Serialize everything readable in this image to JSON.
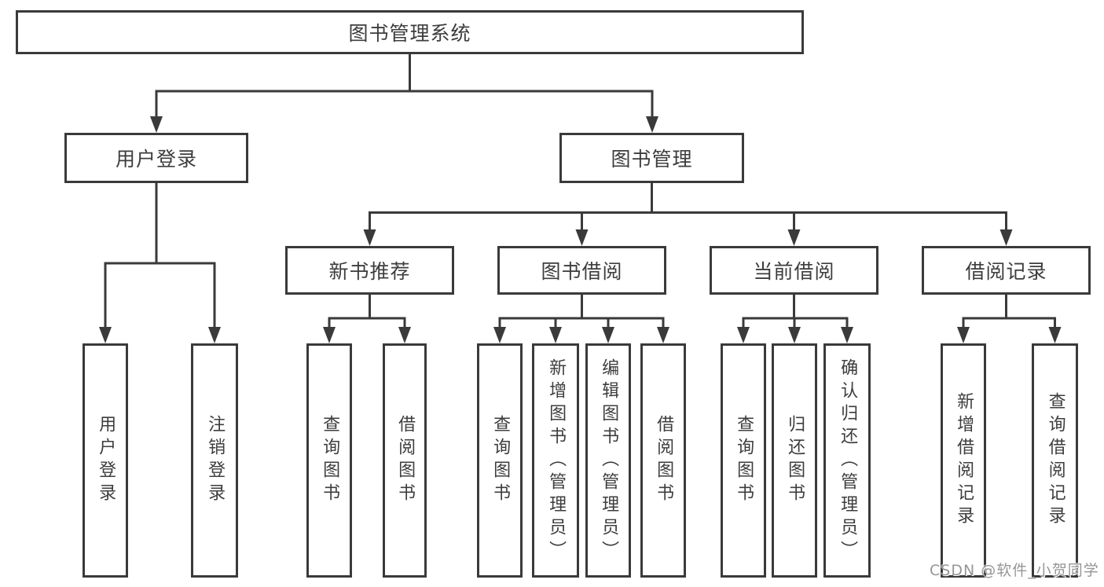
{
  "colors": {
    "box_border": "#3a3a3a",
    "connector_line": "#3a3a3a",
    "box_fill": "#ffffff",
    "label_text": "#3d3d3d",
    "watermark_text": "#969696"
  },
  "watermark": {
    "text": "CSDN @软件_小贺同学"
  },
  "tree": {
    "root": {
      "label": "图书管理系统"
    },
    "branches": [
      {
        "label": "用户登录",
        "leaves": [
          {
            "label": "用户登录"
          },
          {
            "label": "注销登录"
          }
        ]
      },
      {
        "label": "图书管理",
        "groups": [
          {
            "label": "新书推荐",
            "leaves": [
              {
                "label": "查询图书"
              },
              {
                "label": "借阅图书"
              }
            ]
          },
          {
            "label": "图书借阅",
            "leaves": [
              {
                "label": "查询图书"
              },
              {
                "label": "新增图书（管理员）"
              },
              {
                "label": "编辑图书（管理员）"
              },
              {
                "label": "借阅图书"
              }
            ]
          },
          {
            "label": "当前借阅",
            "leaves": [
              {
                "label": "查询图书"
              },
              {
                "label": "归还图书"
              },
              {
                "label": "确认归还（管理员）"
              }
            ]
          },
          {
            "label": "借阅记录",
            "leaves": [
              {
                "label": "新增借阅记录"
              },
              {
                "label": "查询借阅记录"
              }
            ]
          }
        ]
      }
    ]
  }
}
